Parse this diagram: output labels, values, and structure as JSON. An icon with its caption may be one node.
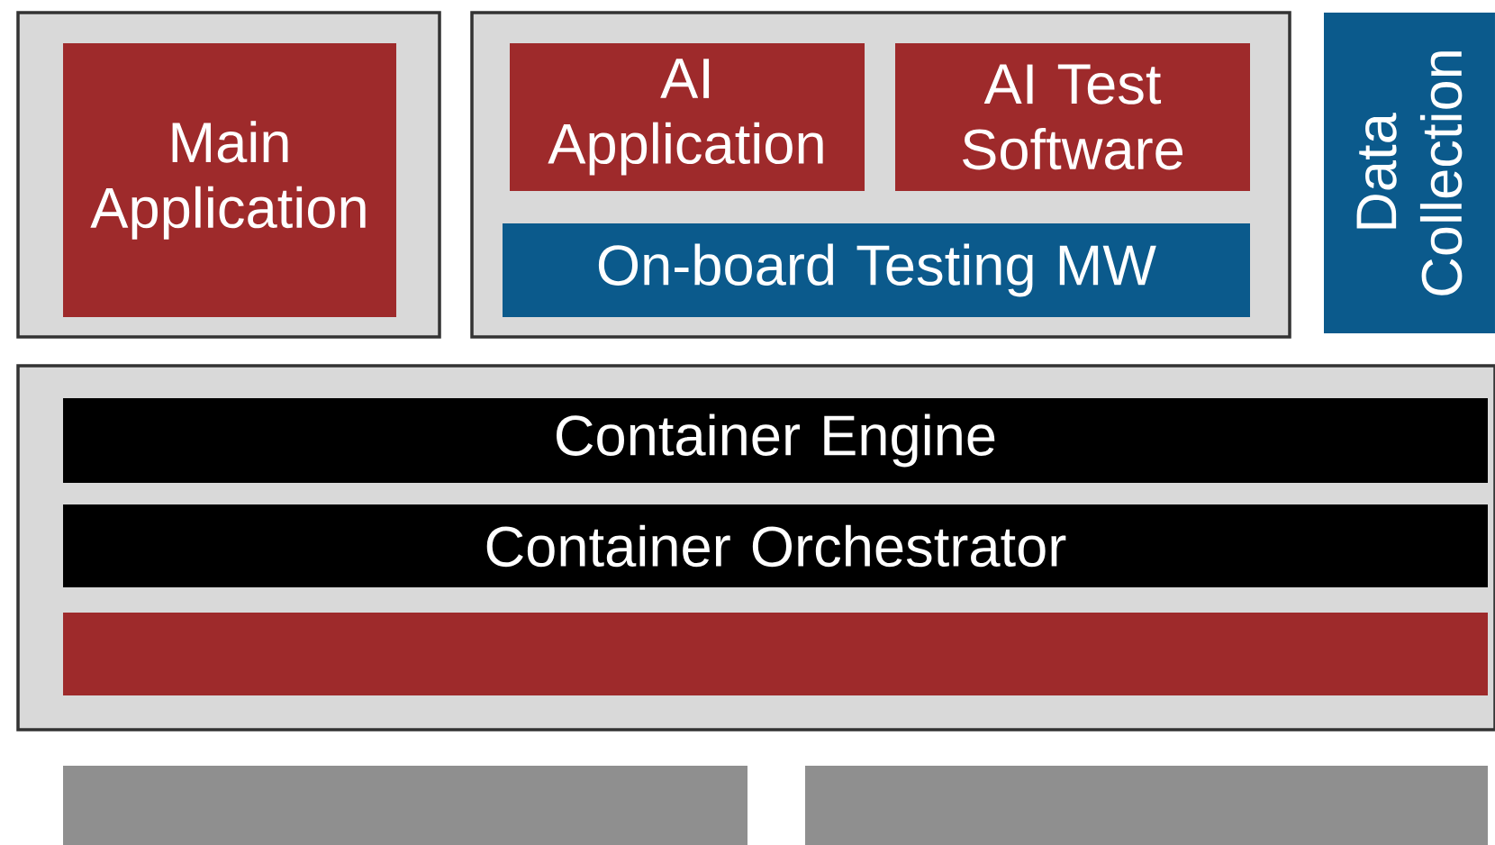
{
  "diagram": {
    "nodes": [
      {
        "text": [],
        "shape": "box"
      },
      {
        "text": [
          "Main Application"
        ],
        "in": 0
      },
      {
        "text": [],
        "shape": "box"
      },
      {
        "text": [
          "AI Application"
        ],
        "in": 2
      },
      {
        "text": [
          "AI Test Software"
        ],
        "in": 2
      },
      {
        "text": [
          "On-board Testing MW"
        ],
        "in": 2
      },
      {
        "text": [
          "Data Collection"
        ]
      },
      {
        "text": [],
        "shape": "box"
      },
      {
        "text": [
          "Container Engine"
        ],
        "in": 7
      },
      {
        "text": [
          "Container Orchestrator"
        ],
        "in": 7
      },
      {
        "text": [],
        "shape": "bar",
        "in": 7
      },
      {
        "text": [],
        "shape": "bar"
      },
      {
        "text": [],
        "shape": "bar"
      }
    ]
  }
}
